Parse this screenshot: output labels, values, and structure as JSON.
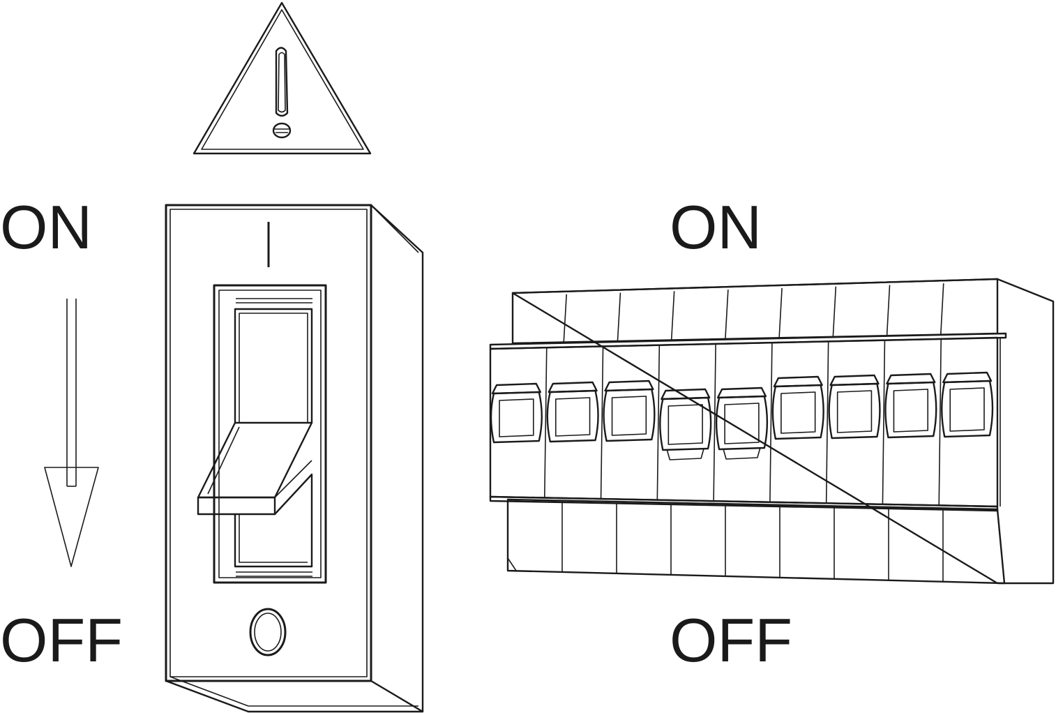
{
  "labels": {
    "left_on": "ON",
    "left_off": "OFF",
    "right_on": "ON",
    "right_off": "OFF"
  },
  "icons": {
    "warning": "warning-triangle-icon",
    "arrow": "arrow-down-icon",
    "switch": "rocker-switch-icon",
    "breakers": "circuit-breaker-panel-icon"
  },
  "breakers": {
    "count": 9,
    "positions": [
      "on",
      "on",
      "on",
      "off",
      "off",
      "on",
      "on",
      "on",
      "on"
    ]
  },
  "colors": {
    "stroke": "#1a1a1a",
    "background": "#ffffff"
  }
}
